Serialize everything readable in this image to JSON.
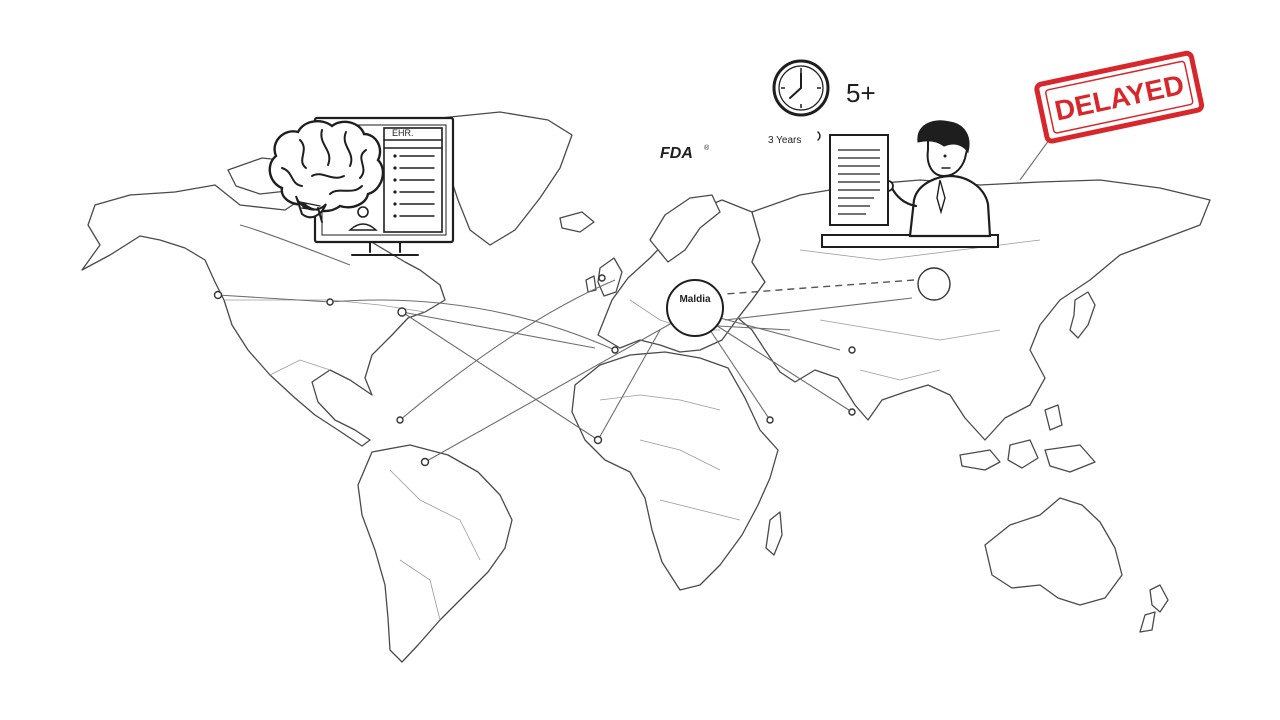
{
  "labels": {
    "ehr": "EHR.",
    "fda": "FDA",
    "fda_mark": "®",
    "timer_value": "5+",
    "years": "3 Years",
    "hub": "Maldia",
    "stamp": "DELAYED"
  },
  "icons": [
    "brain-icon",
    "computer-monitor-icon",
    "ehr-document-icon",
    "clock-icon",
    "person-at-desk-icon",
    "paper-document-icon",
    "delayed-stamp-icon"
  ],
  "colors": {
    "ink": "#1e1e1e",
    "map_outline": "#4a4a4a",
    "connection_line": "#6d6d6d",
    "stamp_red": "#d8262a",
    "background": "#ffffff"
  }
}
